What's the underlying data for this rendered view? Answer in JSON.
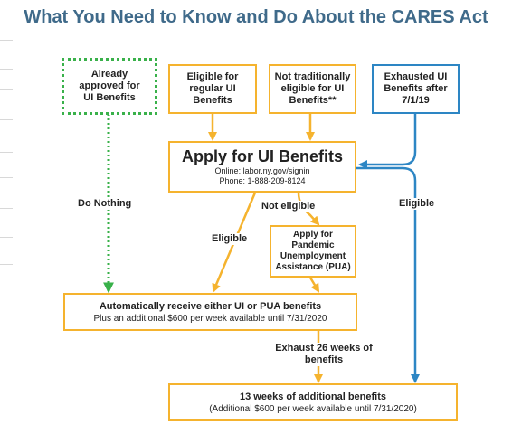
{
  "title": "What You Need to Know and Do About the CARES Act",
  "colors": {
    "title": "#3f6a8a",
    "orange": "#f5b32e",
    "green": "#39b14a",
    "blue": "#2d86c4"
  },
  "boxes": {
    "already_approved": "Already approved for UI Benefits",
    "eligible_regular": "Eligible for regular UI Benefits",
    "not_traditional": "Not traditionally eligible for UI Benefits**",
    "exhausted": "Exhausted UI Benefits after 7/1/19",
    "apply_title": "Apply for UI Benefits",
    "apply_online": "Online: labor.ny.gov/signin",
    "apply_phone": "Phone: 1-888-209-8124",
    "pua": "Apply for Pandemic Unemployment Assistance (PUA)",
    "auto_title": "Automatically receive either UI or PUA benefits",
    "auto_sub": "Plus an additional $600 per week available until 7/31/2020",
    "weeks_title": "13 weeks of additional benefits",
    "weeks_sub": "(Additional $600 per week available until 7/31/2020)"
  },
  "labels": {
    "do_nothing": "Do Nothing",
    "not_eligible": "Not eligible",
    "eligible_left": "Eligible",
    "eligible_right": "Eligible",
    "exhaust": "Exhaust 26 weeks of benefits"
  }
}
